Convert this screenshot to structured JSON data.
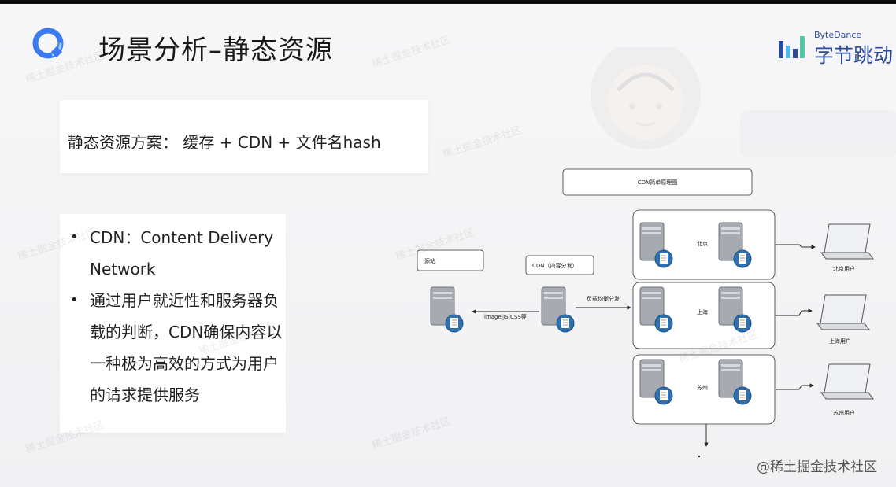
{
  "slide": {
    "title": "场景分析–静态资源",
    "brand_en": "ByteDance",
    "brand_cn": "字节跳动"
  },
  "card1": {
    "text": "静态资源方案： 缓存 + CDN + 文件名hash"
  },
  "card2": {
    "bullets": [
      "CDN：Content Delivery Network",
      "通过用户就近性和服务器负载的判断，CDN确保内容以一种极为高效的方式为用户的请求提供服务"
    ]
  },
  "diagram": {
    "title": "CDN简单原理图",
    "origin_label": "源站",
    "cdn_label": "CDN（内容分发）",
    "edge_label_left": "image|JS|CSS等",
    "edge_label_right": "负载均衡分发",
    "regions": [
      "北京",
      "上海",
      "苏州"
    ],
    "users": [
      "北京用户",
      "上海用户",
      "苏州用户"
    ]
  },
  "watermark": "稀土掘金技术社区",
  "footer": "@稀土掘金技术社区",
  "colors": {
    "brand_blue": "#2b4a9c",
    "logo_blue": "#3a7cf0",
    "server_gray": "#9ea2a8",
    "accent_blue": "#2e6fb0"
  }
}
